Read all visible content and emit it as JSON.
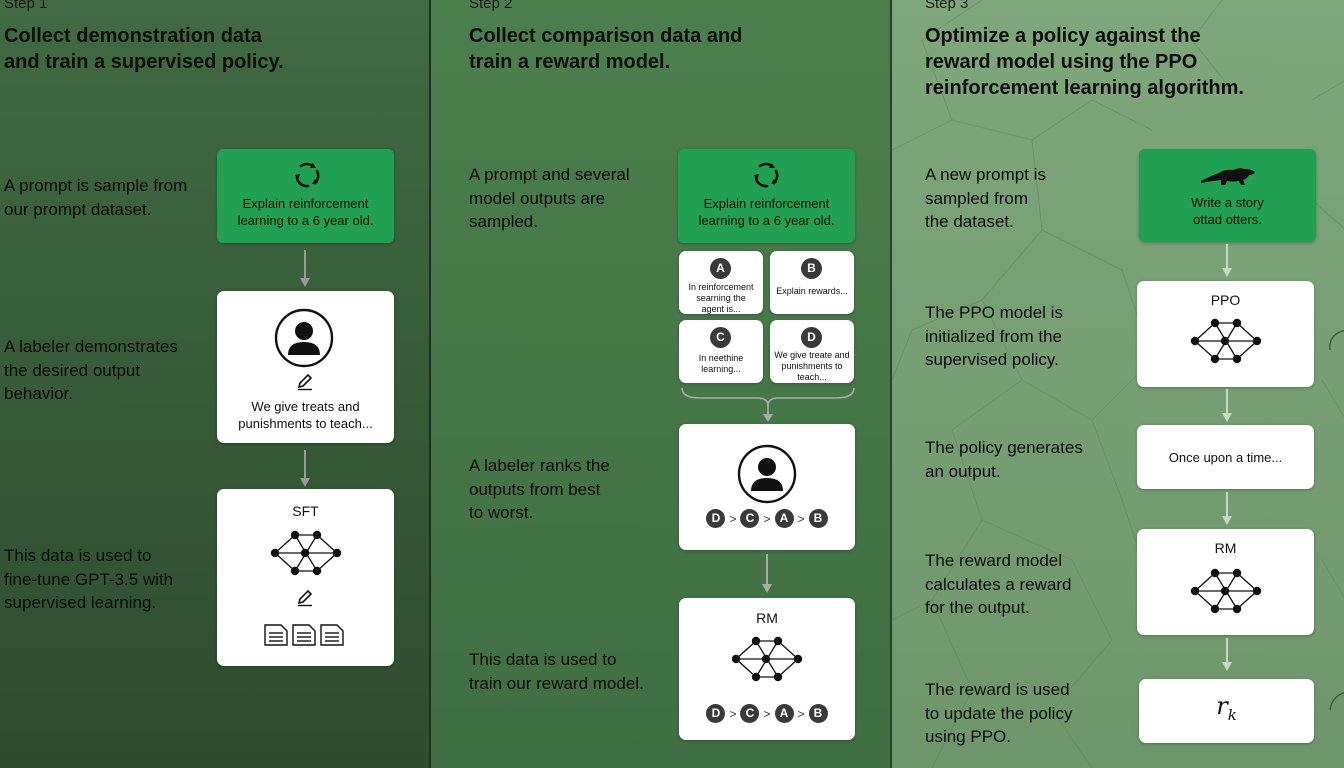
{
  "steps": [
    {
      "step_label": "Step 1",
      "title": "Collect demonstration data\nand train a supervised policy.",
      "descriptions": [
        "A prompt is sample from\nour prompt dataset.",
        "A labeler demonstrates\nthe desired output\nbehavior.",
        "This data is used to\nfine-tune GPT-3.5 with\nsupervised learning."
      ],
      "prompt_card": {
        "text": "Explain reinforcement\nlearning to a 6 year old.",
        "icon": "recycle-icon"
      },
      "labeler_card": {
        "text": "We give treats and\npunishments to teach...",
        "icons": [
          "person-icon",
          "pencil-icon"
        ]
      },
      "sft_card": {
        "label": "SFT",
        "icons": [
          "neural-network-icon",
          "pencil-icon",
          "document-icon"
        ]
      }
    },
    {
      "step_label": "Step 2",
      "title": "Collect comparison data and\ntrain a reward model.",
      "descriptions": [
        "A prompt and several\nmodel outputs are\nsampled.",
        "A labeler ranks the\noutputs from best\nto worst.",
        "This data is used to\ntrain our reward model."
      ],
      "prompt_card": {
        "text": "Explain reinforcement\nlearning to a 6 year old.",
        "icon": "recycle-icon"
      },
      "outputs": [
        {
          "letter": "A",
          "text": "In reinforcement\nsearning the\nagent is..."
        },
        {
          "letter": "B",
          "text": "Explain rewards..."
        },
        {
          "letter": "C",
          "text": "In neethine\nlearning..."
        },
        {
          "letter": "D",
          "text": "We give treate and\npunishments to\nteach..."
        }
      ],
      "ranking": [
        "D",
        "C",
        "A",
        "B"
      ],
      "rank_separator": ">",
      "rm_card": {
        "label": "RM"
      }
    },
    {
      "step_label": "Step 3",
      "title": "Optimize a policy against the\nreward model using the PPO\nreinforcement learning algorithm.",
      "descriptions": [
        "A new prompt is\nsampled from\nthe dataset.",
        "The PPO model is\ninitialized from the\nsupervised policy.",
        "The policy generates\nan output.",
        "The reward model\ncalculates a reward\nfor the output.",
        "The reward is used\nto update the policy\nusing PPO."
      ],
      "prompt_card": {
        "text": "Write a story\nottad otters.",
        "icon": "otter-icon"
      },
      "ppo_card": {
        "label": "PPO"
      },
      "output_card": {
        "text": "Once upon a time..."
      },
      "rm_card": {
        "label": "RM"
      },
      "reward_card": {
        "symbol": "r",
        "subscript": "k"
      }
    }
  ],
  "colors": {
    "panel1": "#3a5c3b",
    "panel2": "#477a48",
    "panel3": "#779f75",
    "prompt_green": "#20a050",
    "card_white": "#ffffff",
    "letter_badge": "#3a3a3a"
  }
}
